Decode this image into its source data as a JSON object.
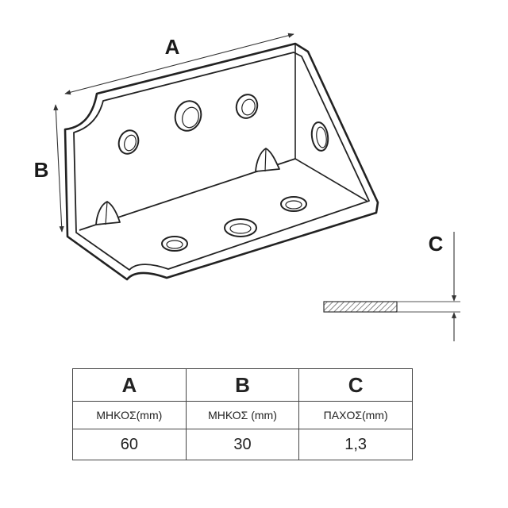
{
  "dimensions": {
    "a_label": "A",
    "b_label": "B",
    "c_label": "C"
  },
  "table": {
    "headers": [
      "A",
      "B",
      "C"
    ],
    "subheaders": [
      "ΜΗΚΟΣ(mm)",
      "ΜΗΚΟΣ (mm)",
      "ΠΑΧΟΣ(mm)"
    ],
    "values": [
      "60",
      "30",
      "1,3"
    ]
  }
}
